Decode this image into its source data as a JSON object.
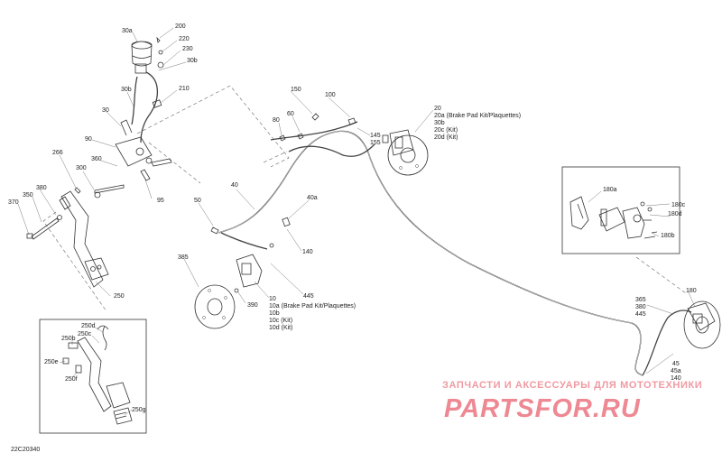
{
  "diagram_code": "22C20340",
  "watermark": {
    "subtitle": "ЗАПЧАСТИ И АКСЕССУАРЫ ДЛЯ МОТОТЕХНИКИ",
    "brand": "PARTSFOR.RU"
  },
  "callouts": {
    "c30a": "30a",
    "c200": "200",
    "c220": "220",
    "c230": "230",
    "c30b_top": "30b",
    "c30b": "30b",
    "c210": "210",
    "c30": "30",
    "c90": "90",
    "c360": "360",
    "c266": "266",
    "c300": "300",
    "c95": "95",
    "c380": "380",
    "c350": "350",
    "c370": "370",
    "c250": "250",
    "c150": "150",
    "c100": "100",
    "c60": "60",
    "c80": "80",
    "c145": "145",
    "c155": "155",
    "c20": "20",
    "c20a": "20a (Brake Pad Kit/Plaquettes)",
    "c30b_r": "30b",
    "c20c": "20c (Kit)",
    "c20d": "20d (Kit)",
    "c40": "40",
    "c40a": "40a",
    "c50": "50",
    "c140": "140",
    "c385": "385",
    "c390": "390",
    "c445": "445",
    "c10": "10",
    "c10a": "10a (Brake Pad Kit/Plaquettes)",
    "c10b": "10b",
    "c10c": "10c (Kit)",
    "c10d": "10d (Kit)",
    "c180a": "180a",
    "c180c": "180c",
    "c180d": "180d",
    "c180b": "180b",
    "c180": "180",
    "c365": "365",
    "c380r": "380",
    "c445r": "445",
    "c45": "45",
    "c45a": "45a",
    "c140r": "140",
    "c250d": "250d",
    "c250c": "250c",
    "c250b": "250b",
    "c250e": "250e",
    "c250f": "250f",
    "c250g": "250g"
  },
  "icons": [
    "master-cylinder",
    "brake-pedal",
    "brake-disc",
    "brake-caliper",
    "brake-hose",
    "brake-pad-kit"
  ]
}
